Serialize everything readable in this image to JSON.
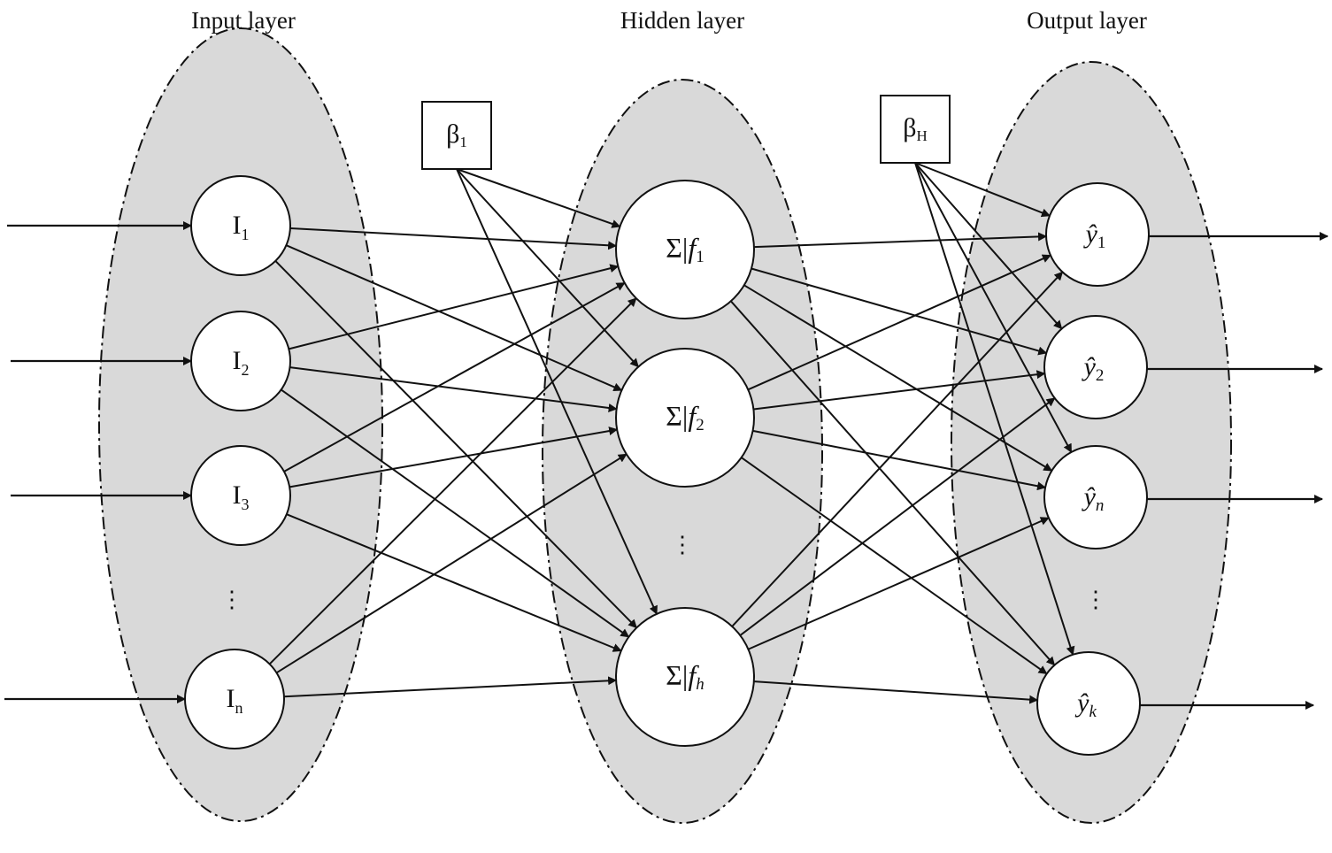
{
  "titles": {
    "input": "Input layer",
    "hidden": "Hidden layer",
    "output": "Output layer"
  },
  "colors": {
    "ellipse_fill": "#d9d9d9",
    "stroke": "#111111",
    "node_fill": "#ffffff"
  },
  "input_nodes": [
    {
      "base": "I",
      "sub": "1"
    },
    {
      "base": "I",
      "sub": "2"
    },
    {
      "base": "I",
      "sub": "3"
    },
    {
      "base": "I",
      "sub": "n"
    }
  ],
  "hidden_nodes": [
    {
      "prefix": "Σ|",
      "base": "f",
      "sub": "1"
    },
    {
      "prefix": "Σ|",
      "base": "f",
      "sub": "2"
    },
    {
      "prefix": "Σ|",
      "base": "f",
      "sub": "h"
    }
  ],
  "output_nodes": [
    {
      "base": "ŷ",
      "sub": "1"
    },
    {
      "base": "ŷ",
      "sub": "2"
    },
    {
      "base": "ŷ",
      "sub": "n"
    },
    {
      "base": "ŷ",
      "sub": "k"
    }
  ],
  "bias": [
    {
      "base": "β",
      "sub": "1"
    },
    {
      "base": "β",
      "sub": "H"
    }
  ],
  "ellipsis": "⋮"
}
